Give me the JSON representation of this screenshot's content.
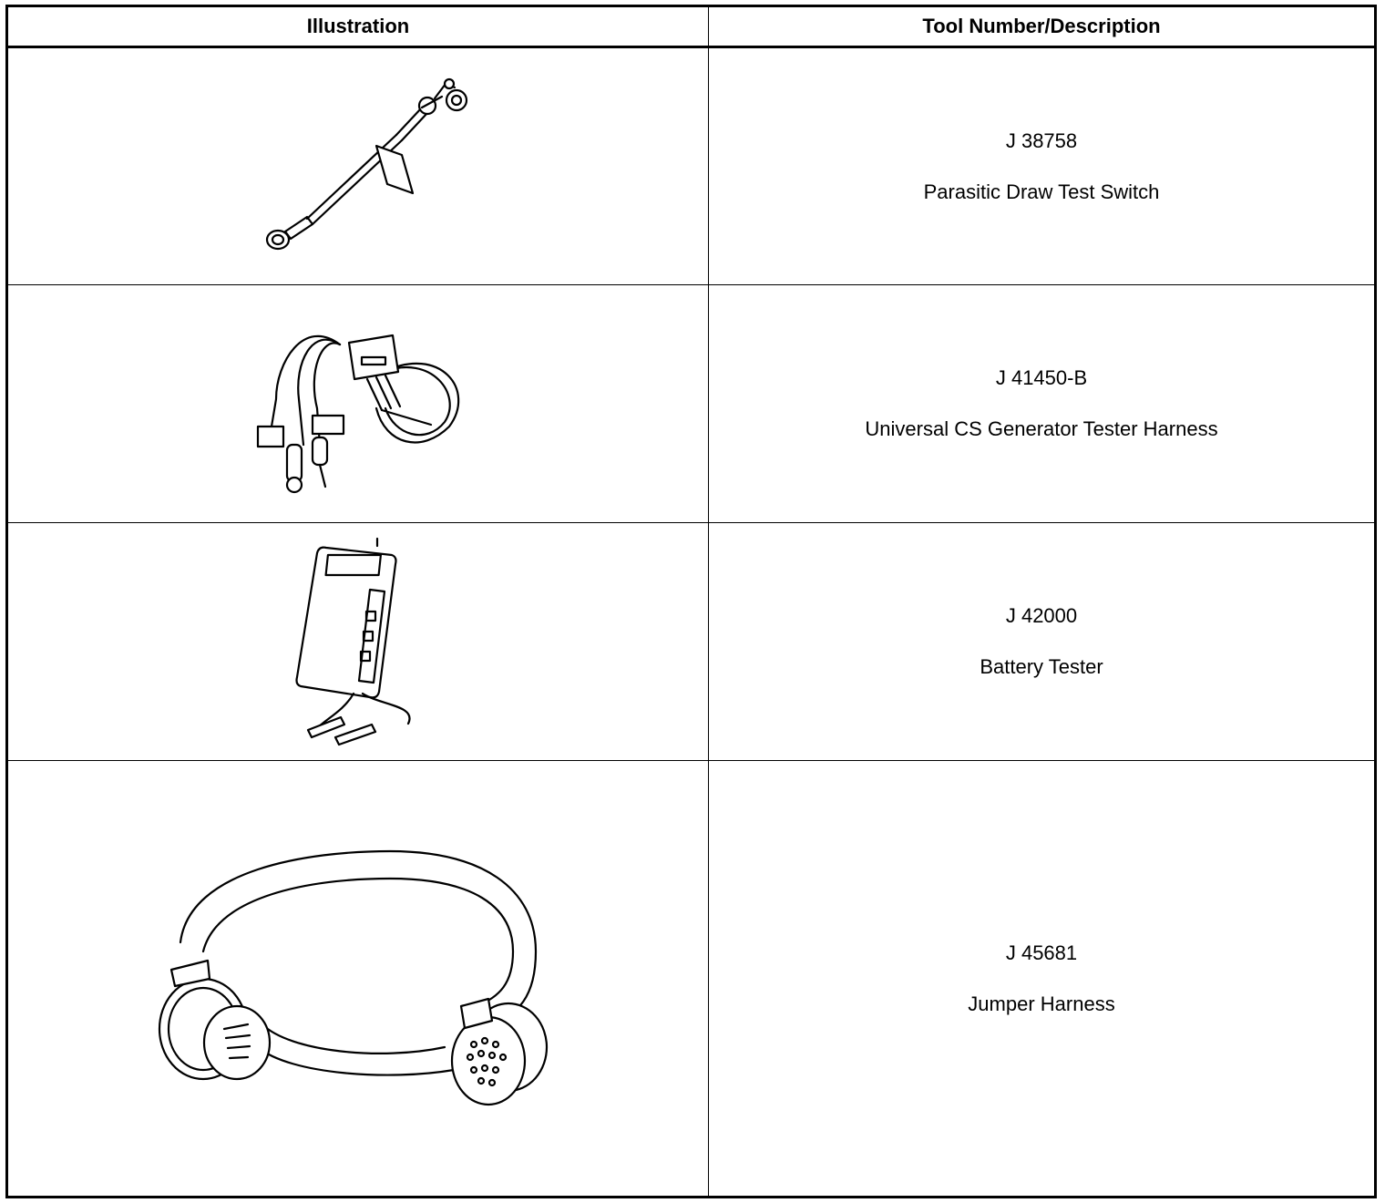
{
  "table": {
    "headers": {
      "illustration": "Illustration",
      "description": "Tool Number/Description"
    },
    "rows": [
      {
        "tool_number": "J 38758",
        "description": "Parasitic Draw Test Switch",
        "icon": "parasitic-draw-test-switch-icon"
      },
      {
        "tool_number": "J 41450-B",
        "description": "Universal CS Generator Tester Harness",
        "icon": "generator-tester-harness-icon"
      },
      {
        "tool_number": "J 42000",
        "description": "Battery Tester",
        "icon": "battery-tester-icon"
      },
      {
        "tool_number": "J 45681",
        "description": "Jumper Harness",
        "icon": "jumper-harness-icon"
      }
    ]
  }
}
